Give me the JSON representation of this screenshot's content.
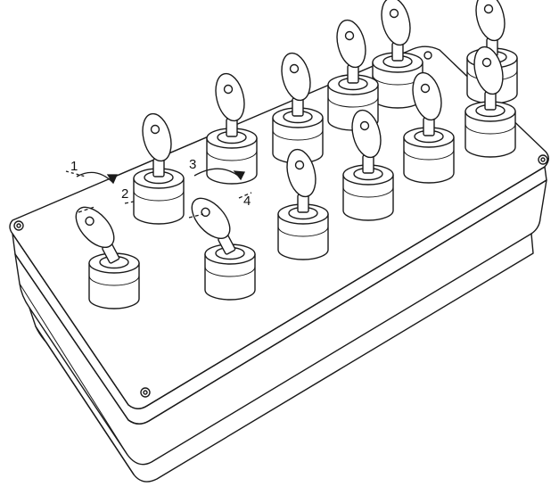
{
  "diagram": {
    "subject": "key-switch-control-box",
    "key_switch_count": 12,
    "step_labels": [
      "1",
      "2",
      "3",
      "4"
    ],
    "colors": {
      "stroke": "#1a1a1a",
      "fill": "#ffffff",
      "hidden": "#555555"
    }
  }
}
